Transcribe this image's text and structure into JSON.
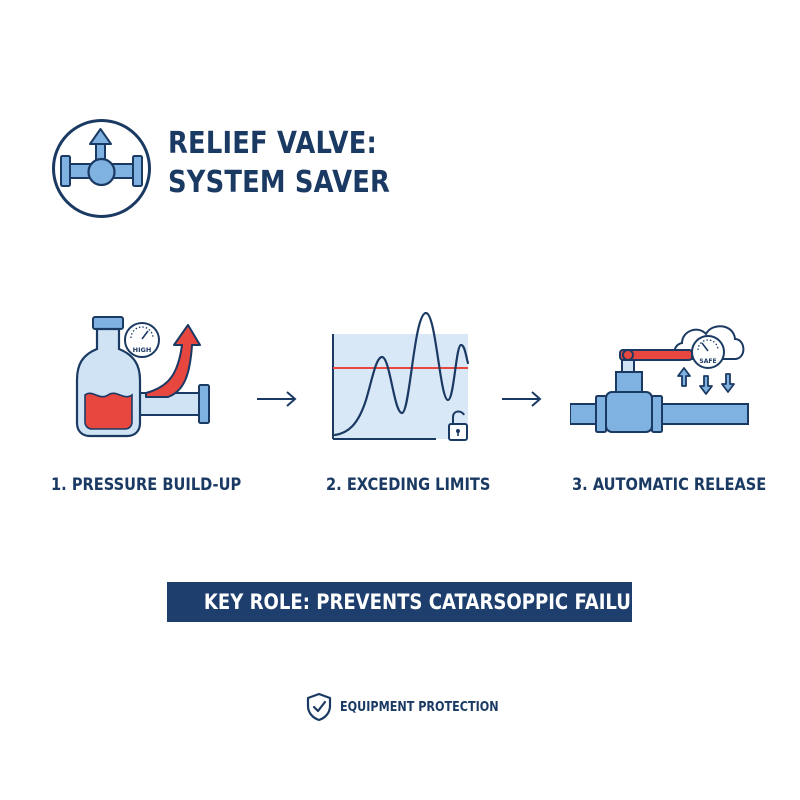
{
  "header": {
    "title_line1": "RELIEF VALVE:",
    "title_line2": "SYSTEM SAVER",
    "icon": "valve-up-arrow-icon"
  },
  "steps": [
    {
      "label": "1. PRESSURE BUILD-UP",
      "icon": "tank-pressure-icon",
      "badge": "HIGH"
    },
    {
      "label": "2. EXCEDING LIMITS",
      "icon": "pressure-spike-chart-icon"
    },
    {
      "label": "3. AUTOMATIC RELEASE",
      "icon": "valve-release-icon",
      "badge": "SAFE"
    }
  ],
  "key_role": "KEY ROLE: PREVENTS CATARSOPPIC FAILURE",
  "footer": {
    "text": "EQUIPMENT PROTECTION",
    "icon": "shield-check-icon"
  },
  "colors": {
    "navy": "#1b3a63",
    "banner": "#1e3e6e",
    "pipe_light": "#cfe3f5",
    "pipe_mid": "#7fb2e0",
    "pipe_dark": "#5b9bd5",
    "red": "#e8473f",
    "chart_bg": "#d9e8f7"
  }
}
